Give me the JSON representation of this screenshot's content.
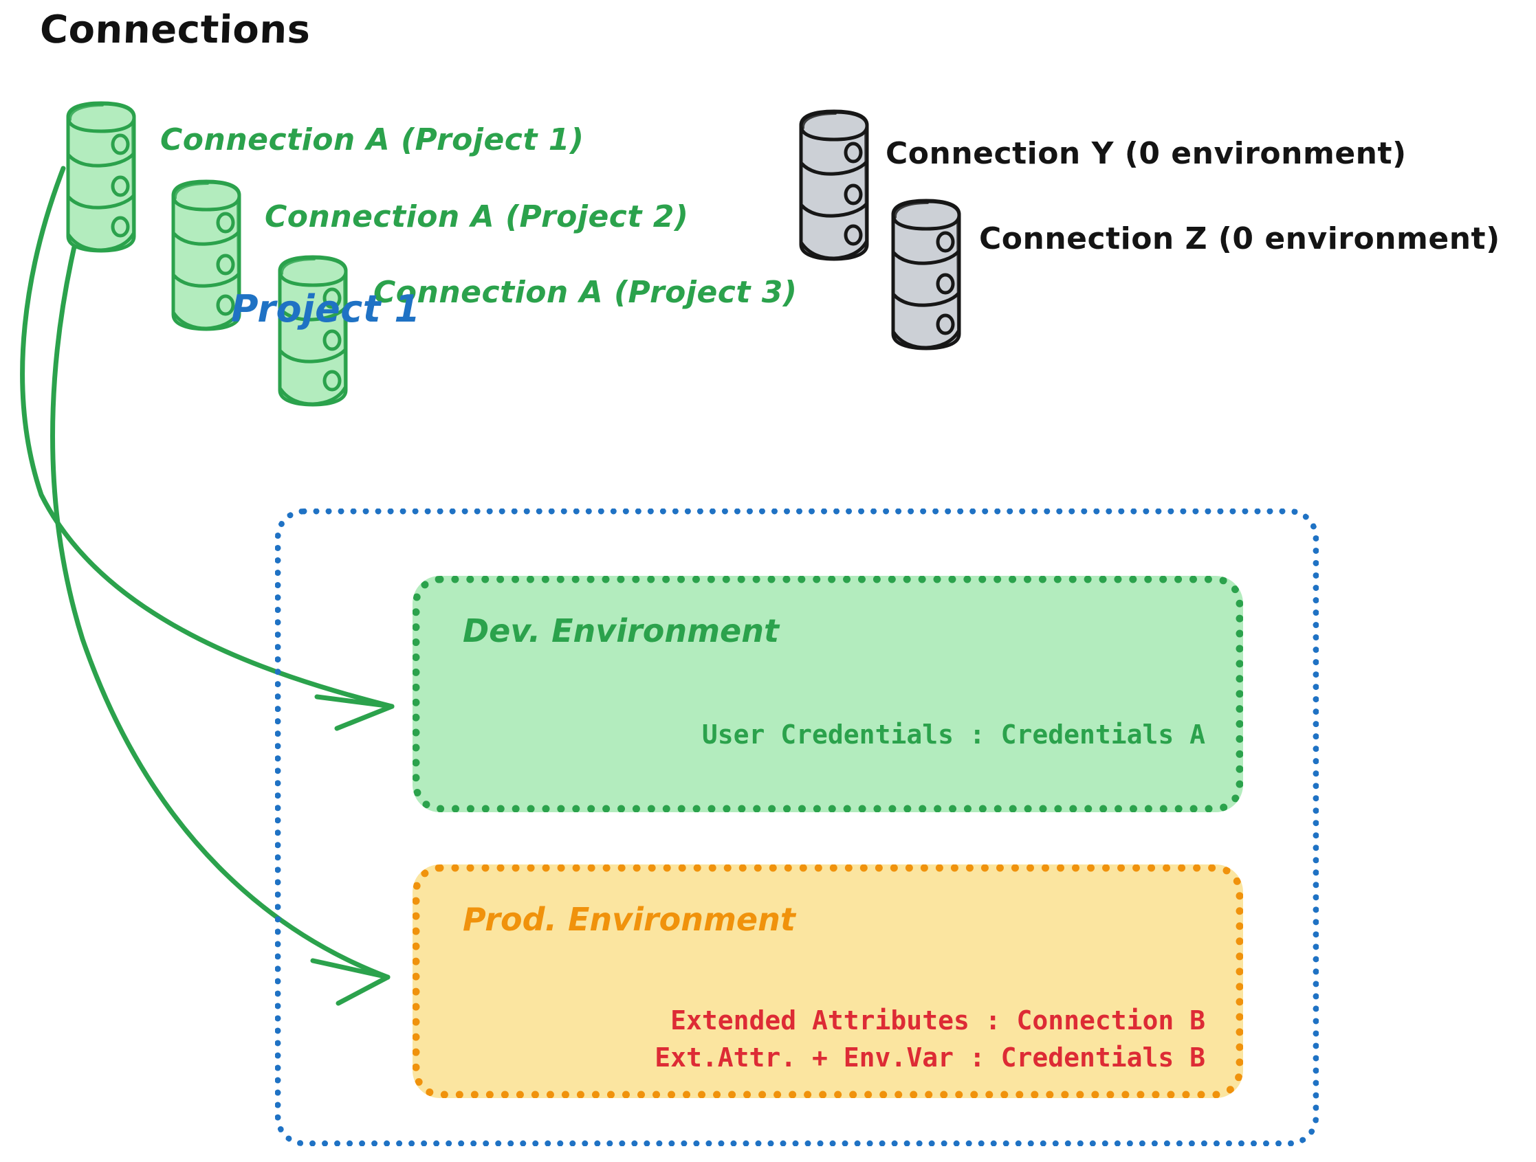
{
  "diagram": {
    "title": "Connections",
    "project_title": "Project 1",
    "colors": {
      "green": "#2ba24c",
      "green_fill": "#b3ecbe",
      "orange": "#f0920c",
      "orange_fill": "#fbe5a0",
      "red": "#dd2b35",
      "blue": "#1f72c4",
      "gray_fill": "#ccd0d6",
      "gray_stroke": "#1a1a1a",
      "black": "#111111"
    },
    "connections": [
      {
        "id": "conn-a-project-1",
        "label": "Connection A (Project 1)",
        "icon": "database-cylinder-icon",
        "color": "green"
      },
      {
        "id": "conn-a-project-2",
        "label": "Connection A (Project 2)",
        "icon": "database-cylinder-icon",
        "color": "green"
      },
      {
        "id": "conn-a-project-3",
        "label": "Connection A (Project 3)",
        "icon": "database-cylinder-icon",
        "color": "green"
      },
      {
        "id": "conn-y",
        "label": "Connection Y (0 environment)",
        "icon": "database-cylinder-icon",
        "color": "gray"
      },
      {
        "id": "conn-z",
        "label": "Connection Z (0 environment)",
        "icon": "database-cylinder-icon",
        "color": "gray"
      }
    ],
    "environments": [
      {
        "id": "dev-environment",
        "title": "Dev. Environment",
        "lines": [
          "User Credentials : Credentials A"
        ]
      },
      {
        "id": "prod-environment",
        "title": "Prod. Environment",
        "lines": [
          "Extended Attributes : Connection B",
          "Ext.Attr. + Env.Var : Credentials B"
        ]
      }
    ]
  }
}
